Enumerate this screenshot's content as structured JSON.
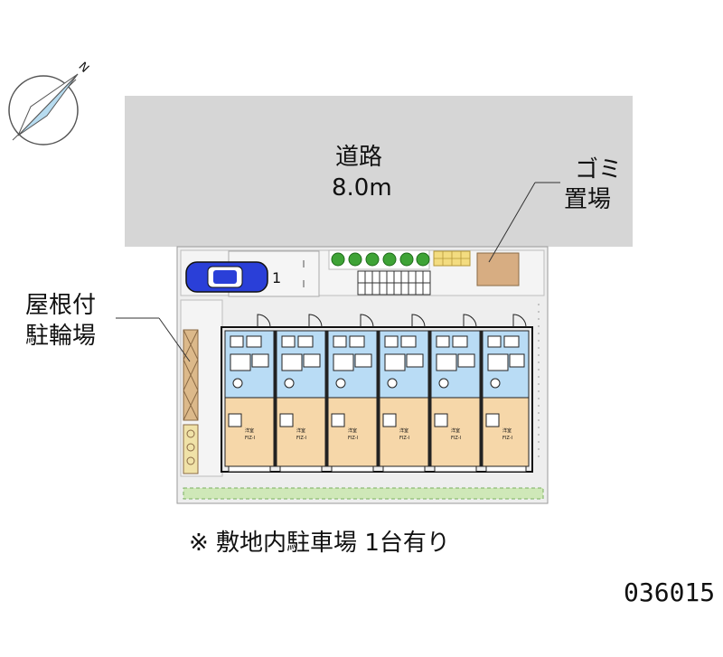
{
  "road": {
    "name": "道路",
    "width": "8.0m"
  },
  "garbage": {
    "line1": "ゴミ",
    "line2": "置場"
  },
  "bicycle": {
    "line1": "屋根付",
    "line2": "駐輪場"
  },
  "parking": {
    "space_number": "1"
  },
  "units": {
    "count": 6,
    "room_label_1": "洋室",
    "room_label_2": "FIZ-I"
  },
  "compass": {
    "north_label": "N"
  },
  "note": "※ 敷地内駐車場 1台有り",
  "property_code": "036015",
  "colors": {
    "road": "#d6d6d6",
    "site": "#eeeeee",
    "wet_area": "#b9dcf5",
    "room_floor": "#f6d7a9",
    "car": "#2a3fd8",
    "garbage": "#d7ad82",
    "lawn": "#cfe8b8",
    "bike_shelter": "#dcb98a"
  }
}
